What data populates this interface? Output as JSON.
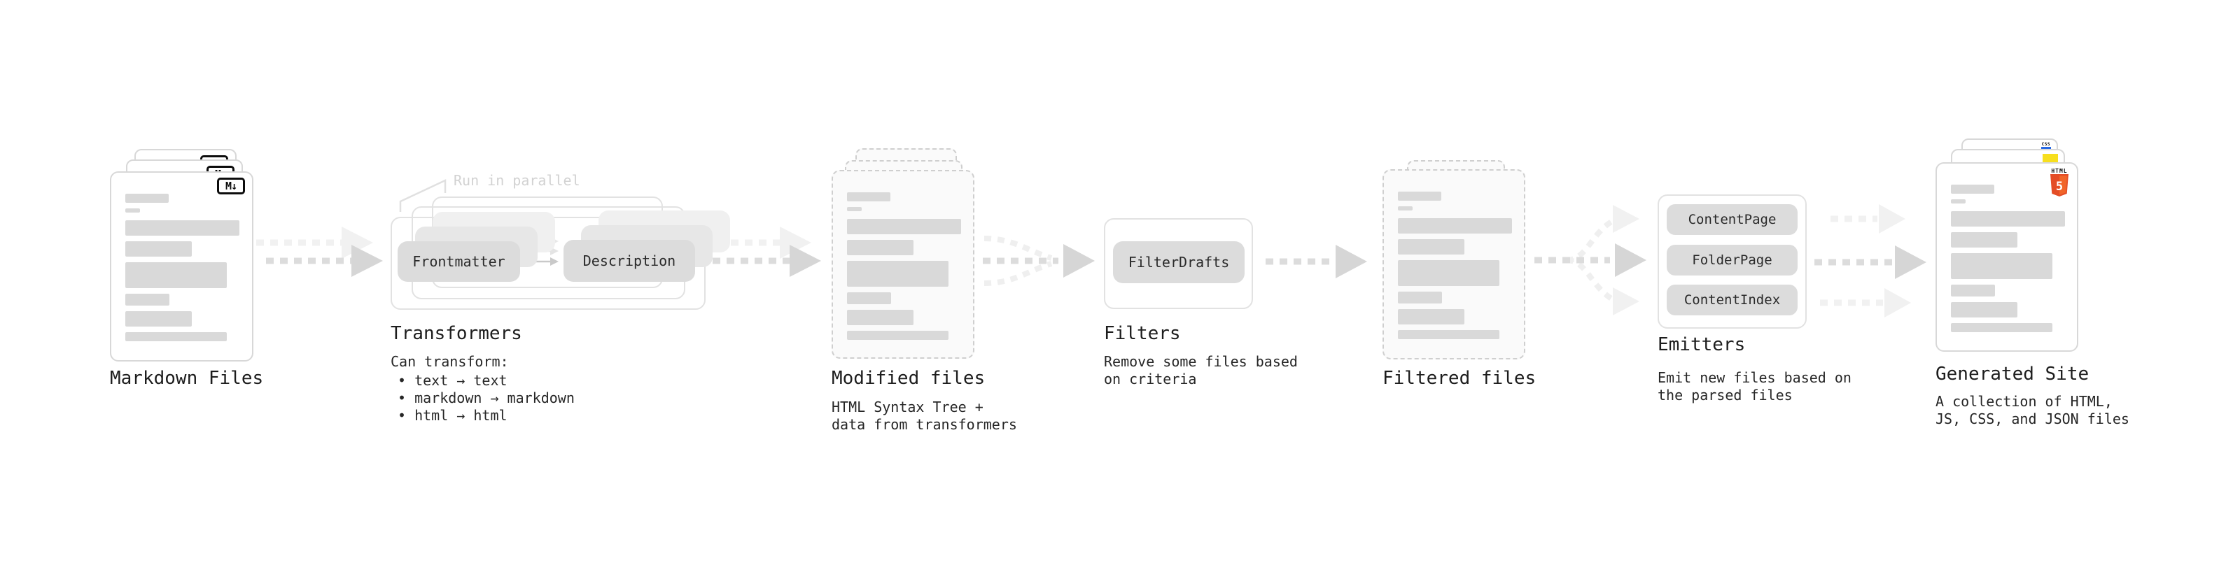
{
  "stages": {
    "markdown": {
      "label": "Markdown Files"
    },
    "transformers": {
      "label": "Transformers",
      "note": "Run in parallel",
      "pill_front": "Frontmatter",
      "pill_back": "Description",
      "desc_title": "Can transform:",
      "bullets": [
        "• text → text",
        "• markdown → markdown",
        "• html → html"
      ]
    },
    "modified": {
      "label": "Modified files",
      "desc1": "HTML Syntax Tree +",
      "desc2": "data from transformers"
    },
    "filters": {
      "label": "Filters",
      "pill": "FilterDrafts",
      "desc1": "Remove some files based",
      "desc2": "on criteria"
    },
    "filtered": {
      "label": "Filtered files"
    },
    "emitters": {
      "label": "Emitters",
      "pills": [
        "ContentPage",
        "FolderPage",
        "ContentIndex"
      ],
      "desc1": "Emit new files based on",
      "desc2": "the parsed files"
    },
    "generated": {
      "label": "Generated Site",
      "desc1": "A collection of HTML,",
      "desc2": "JS, CSS, and JSON files"
    }
  },
  "icons": {
    "markdown_badge": "M↓",
    "html5_label": "HTML",
    "html5_number": "5",
    "css_label": "CSS"
  },
  "colors": {
    "html5_orange": "#E44D26",
    "html5_orange_light": "#F16529",
    "js_yellow": "#F7DF1E",
    "css_blue": "#2668E4",
    "placeholder_bar": "#D9D9D9",
    "text_dark": "#1D1D1D",
    "muted_note": "#D2D2D2",
    "arrow_dark": "#DCDCDC",
    "arrow_light": "#F1F1F1"
  }
}
